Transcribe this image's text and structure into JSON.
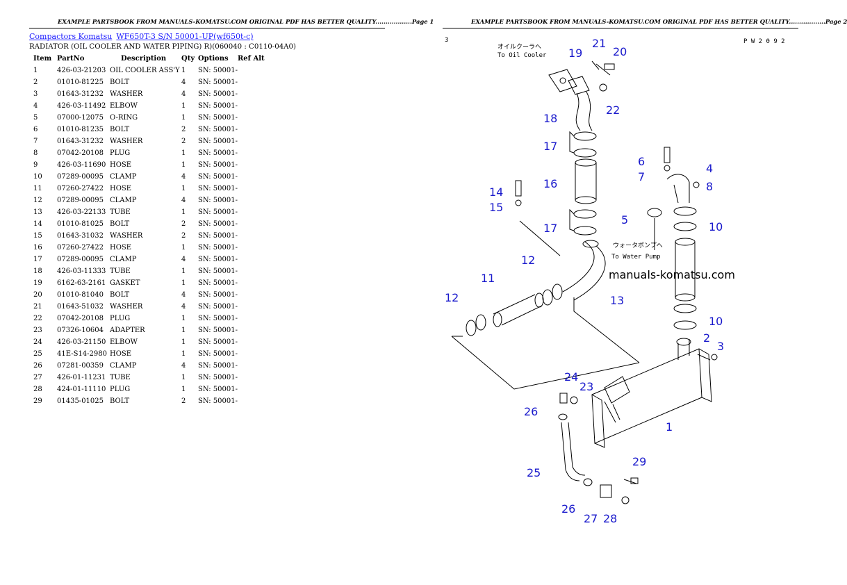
{
  "page1": {
    "header": "EXAMPLE PARTSBOOK FROM MANUALS-KOMATSU.COM ORIGINAL PDF HAS BETTER QUALITY..................Page 1",
    "breadcrumb": [
      {
        "label": "Compactors Komatsu"
      },
      {
        "label": "WF650T-3 S/N 50001-UP(wf650t-c)"
      }
    ],
    "subtitle": "RADIATOR (OIL COOLER AND WATER PIPING) R)(060040 : C0110-04A0)",
    "columns": [
      "Item",
      "PartNo",
      "Description",
      "Qty",
      "Options",
      "Ref Alt"
    ],
    "rows": [
      {
        "item": "1",
        "part": "426-03-21203",
        "desc": "OIL COOLER ASS'Y",
        "qty": "1",
        "opt": "SN: 50001-"
      },
      {
        "item": "2",
        "part": "01010-81225",
        "desc": "BOLT",
        "qty": "4",
        "opt": "SN: 50001-"
      },
      {
        "item": "3",
        "part": "01643-31232",
        "desc": "WASHER",
        "qty": "4",
        "opt": "SN: 50001-"
      },
      {
        "item": "4",
        "part": "426-03-11492",
        "desc": "ELBOW",
        "qty": "1",
        "opt": "SN: 50001-"
      },
      {
        "item": "5",
        "part": "07000-12075",
        "desc": "O-RING",
        "qty": "1",
        "opt": "SN: 50001-"
      },
      {
        "item": "6",
        "part": "01010-81235",
        "desc": "BOLT",
        "qty": "2",
        "opt": "SN: 50001-"
      },
      {
        "item": "7",
        "part": "01643-31232",
        "desc": "WASHER",
        "qty": "2",
        "opt": "SN: 50001-"
      },
      {
        "item": "8",
        "part": "07042-20108",
        "desc": "PLUG",
        "qty": "1",
        "opt": "SN: 50001-"
      },
      {
        "item": "9",
        "part": "426-03-11690",
        "desc": "HOSE",
        "qty": "1",
        "opt": "SN: 50001-"
      },
      {
        "item": "10",
        "part": "07289-00095",
        "desc": "CLAMP",
        "qty": "4",
        "opt": "SN: 50001-"
      },
      {
        "item": "11",
        "part": "07260-27422",
        "desc": "HOSE",
        "qty": "1",
        "opt": "SN: 50001-"
      },
      {
        "item": "12",
        "part": "07289-00095",
        "desc": "CLAMP",
        "qty": "4",
        "opt": "SN: 50001-"
      },
      {
        "item": "13",
        "part": "426-03-22133",
        "desc": "TUBE",
        "qty": "1",
        "opt": "SN: 50001-"
      },
      {
        "item": "14",
        "part": "01010-81025",
        "desc": "BOLT",
        "qty": "2",
        "opt": "SN: 50001-"
      },
      {
        "item": "15",
        "part": "01643-31032",
        "desc": "WASHER",
        "qty": "2",
        "opt": "SN: 50001-"
      },
      {
        "item": "16",
        "part": "07260-27422",
        "desc": "HOSE",
        "qty": "1",
        "opt": "SN: 50001-"
      },
      {
        "item": "17",
        "part": "07289-00095",
        "desc": "CLAMP",
        "qty": "4",
        "opt": "SN: 50001-"
      },
      {
        "item": "18",
        "part": "426-03-11333",
        "desc": "TUBE",
        "qty": "1",
        "opt": "SN: 50001-"
      },
      {
        "item": "19",
        "part": "6162-63-2161",
        "desc": "GASKET",
        "qty": "1",
        "opt": "SN: 50001-"
      },
      {
        "item": "20",
        "part": "01010-81040",
        "desc": "BOLT",
        "qty": "4",
        "opt": "SN: 50001-"
      },
      {
        "item": "21",
        "part": "01643-51032",
        "desc": "WASHER",
        "qty": "4",
        "opt": "SN: 50001-"
      },
      {
        "item": "22",
        "part": "07042-20108",
        "desc": "PLUG",
        "qty": "1",
        "opt": "SN: 50001-"
      },
      {
        "item": "23",
        "part": "07326-10604",
        "desc": "ADAPTER",
        "qty": "1",
        "opt": "SN: 50001-"
      },
      {
        "item": "24",
        "part": "426-03-21150",
        "desc": "ELBOW",
        "qty": "1",
        "opt": "SN: 50001-"
      },
      {
        "item": "25",
        "part": "41E-S14-2980",
        "desc": "HOSE",
        "qty": "1",
        "opt": "SN: 50001-"
      },
      {
        "item": "26",
        "part": "07281-00359",
        "desc": "CLAMP",
        "qty": "4",
        "opt": "SN: 50001-"
      },
      {
        "item": "27",
        "part": "426-01-11231",
        "desc": "TUBE",
        "qty": "1",
        "opt": "SN: 50001-"
      },
      {
        "item": "28",
        "part": "424-01-11110",
        "desc": "PLUG",
        "qty": "1",
        "opt": "SN: 50001-"
      },
      {
        "item": "29",
        "part": "01435-01025",
        "desc": "BOLT",
        "qty": "2",
        "opt": "SN: 50001-"
      }
    ]
  },
  "page2": {
    "header": "EXAMPLE PARTSBOOK FROM MANUALS-KOMATSU.COM ORIGINAL PDF HAS BETTER QUALITY..................Page 2",
    "watermark": "manuals-komatsu.com",
    "diagram": {
      "corner_mark": "3",
      "code": "P W 2 0 9 2",
      "oil_cooler_jp": "オイルクーラへ",
      "oil_cooler_en": "To Oil Cooler",
      "water_pump_jp": "ウォータポンプへ",
      "water_pump_en": "To Water Pump",
      "callouts": [
        "1",
        "2",
        "3",
        "4",
        "5",
        "6",
        "7",
        "8",
        "10",
        "10",
        "11",
        "12",
        "12",
        "13",
        "14",
        "15",
        "16",
        "17",
        "17",
        "18",
        "19",
        "20",
        "21",
        "22",
        "23",
        "24",
        "25",
        "26",
        "26",
        "27",
        "28",
        "29"
      ]
    },
    "label_color": "#1a1acc"
  }
}
